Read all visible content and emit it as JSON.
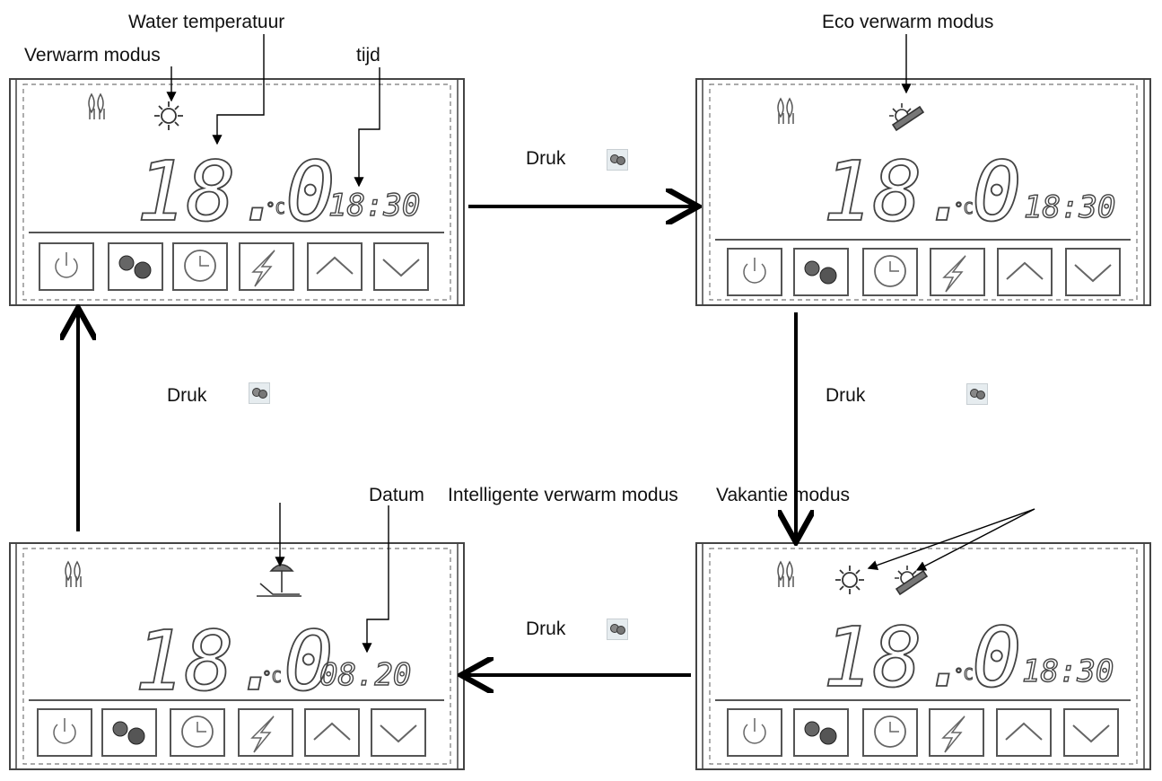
{
  "annotations": {
    "verwarm_modus": "Verwarm modus",
    "water_temperatuur": "Water temperatuur",
    "tijd": "tijd",
    "eco_verwarm_modus": "Eco verwarm modus",
    "datum": "Datum",
    "intelligente_verwarm_modus": "Intelligente verwarm modus",
    "vakantie_modus": "Vakantie modus"
  },
  "druk_label": "Druk",
  "panels": {
    "top_left": {
      "temperature": "18.0",
      "unit": "°C",
      "clock": "18:30"
    },
    "top_right": {
      "temperature": "18.0",
      "unit": "°C",
      "clock": "18:30"
    },
    "bottom_left": {
      "temperature": "18.0",
      "unit": "°C",
      "clock": "08.20"
    },
    "bottom_right": {
      "temperature": "18.0",
      "unit": "°C",
      "clock": "18:30"
    }
  },
  "panel_buttons": [
    "power-icon",
    "gears-icon",
    "clock-icon",
    "lightning-icon",
    "chevron-up-icon",
    "chevron-down-icon"
  ],
  "colors": {
    "line": "#444444",
    "background": "#ffffff",
    "arrow": "#000000"
  }
}
